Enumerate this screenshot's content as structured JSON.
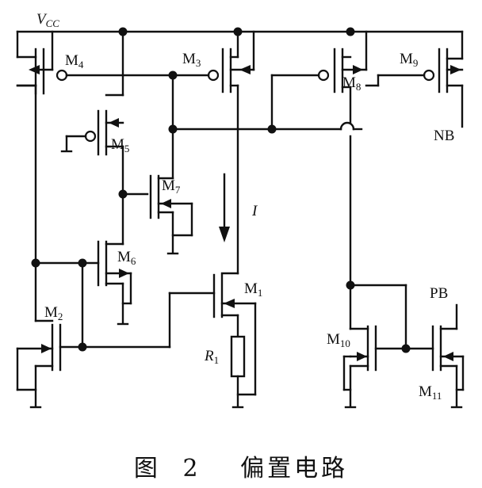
{
  "labels": {
    "vcc": {
      "main": "V",
      "sub": "CC"
    },
    "m1": {
      "main": "M",
      "sub": "1"
    },
    "m2": {
      "main": "M",
      "sub": "2"
    },
    "m3": {
      "main": "M",
      "sub": "3"
    },
    "m4": {
      "main": "M",
      "sub": "4"
    },
    "m5": {
      "main": "M",
      "sub": "5"
    },
    "m6": {
      "main": "M",
      "sub": "6"
    },
    "m7": {
      "main": "M",
      "sub": "7"
    },
    "m8": {
      "main": "M",
      "sub": "8"
    },
    "m9": {
      "main": "M",
      "sub": "9"
    },
    "m10": {
      "main": "M",
      "sub": "10"
    },
    "m11": {
      "main": "M",
      "sub": "11"
    },
    "r1": {
      "main": "R",
      "sub": "1"
    },
    "current": "I",
    "nb": "NB",
    "pb": "PB"
  },
  "caption": {
    "prefix": "图",
    "number": "2",
    "title": "偏置电路"
  }
}
